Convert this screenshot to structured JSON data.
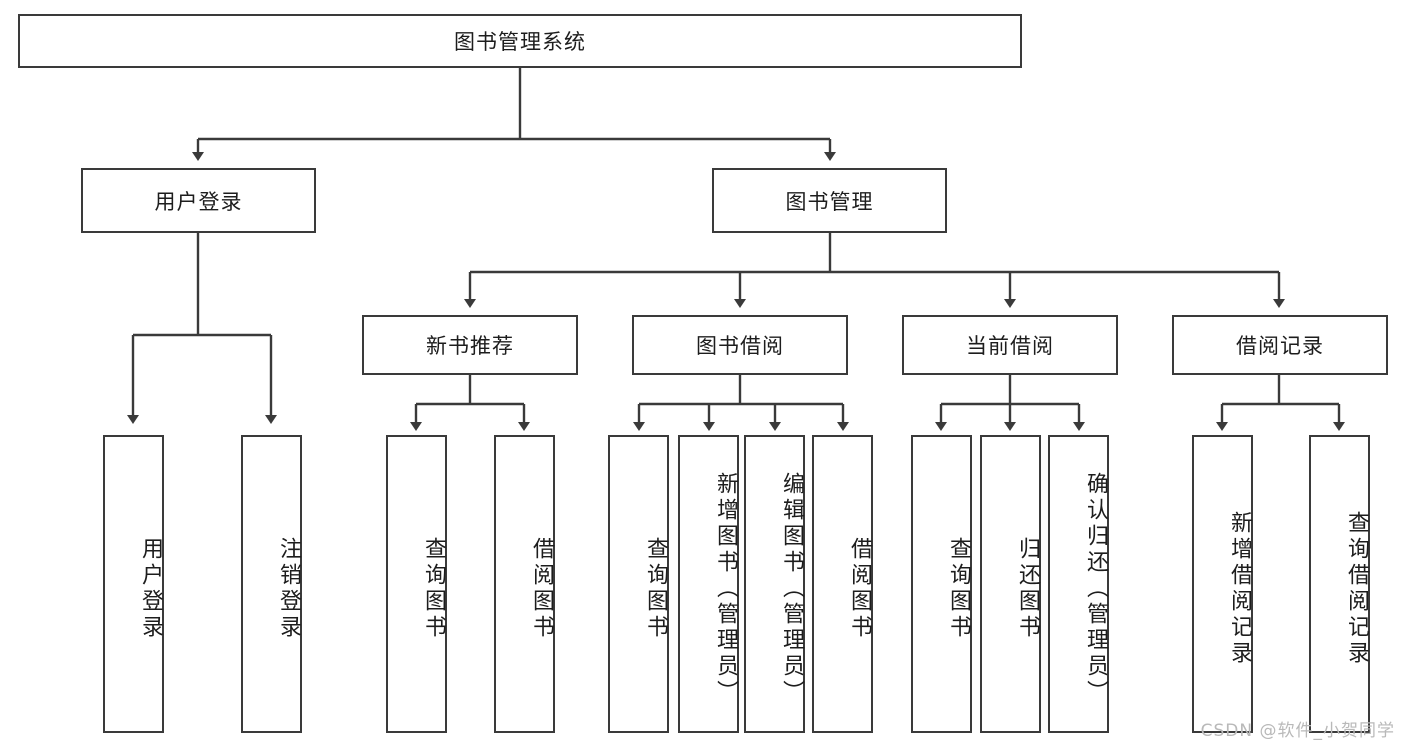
{
  "diagram": {
    "title": "图书管理系统",
    "type": "tree",
    "watermark": "CSDN @软件_小贺同学",
    "colors": {
      "box_border": "#3a3a3a",
      "box_fill": "#ffffff",
      "line": "#3a3a3a",
      "text": "#1d1d1d",
      "watermark": "#b9b9b9"
    },
    "nodes": {
      "root": {
        "label": "图书管理系统"
      },
      "level2": [
        {
          "id": "user-login",
          "label": "用户登录"
        },
        {
          "id": "book-manage",
          "label": "图书管理"
        }
      ],
      "level3": [
        {
          "id": "new-book-recommend",
          "label": "新书推荐"
        },
        {
          "id": "book-borrow",
          "label": "图书借阅"
        },
        {
          "id": "current-borrow",
          "label": "当前借阅"
        },
        {
          "id": "borrow-record",
          "label": "借阅记录"
        }
      ],
      "leaves": {
        "user-login": [
          {
            "id": "leaf-user-login",
            "label": "用户登录"
          },
          {
            "id": "leaf-logout-login",
            "label": "注销登录"
          }
        ],
        "new-book-recommend": [
          {
            "id": "leaf-query-book-1",
            "label": "查询图书"
          },
          {
            "id": "leaf-borrow-book-1",
            "label": "借阅图书"
          }
        ],
        "book-borrow": [
          {
            "id": "leaf-query-book-2",
            "label": "查询图书"
          },
          {
            "id": "leaf-add-book",
            "label": "新增图书（管理员）"
          },
          {
            "id": "leaf-edit-book",
            "label": "编辑图书（管理员）"
          },
          {
            "id": "leaf-borrow-book-2",
            "label": "借阅图书"
          }
        ],
        "current-borrow": [
          {
            "id": "leaf-query-book-3",
            "label": "查询图书"
          },
          {
            "id": "leaf-return-book",
            "label": "归还图书"
          },
          {
            "id": "leaf-confirm-return",
            "label": "确认归还（管理员）"
          }
        ],
        "borrow-record": [
          {
            "id": "leaf-add-record",
            "label": "新增借阅记录"
          },
          {
            "id": "leaf-query-record",
            "label": "查询借阅记录"
          }
        ]
      }
    }
  }
}
